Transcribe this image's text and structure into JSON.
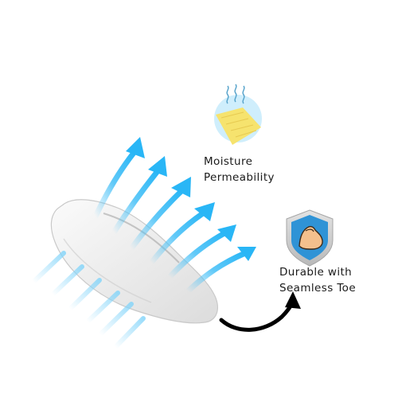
{
  "features": {
    "moisture": {
      "line1": "Moisture",
      "line2": "Permeability",
      "icon": "moisture-fabric-icon",
      "color": "#f6e36e"
    },
    "durable": {
      "line1": "Durable with",
      "line2": "Seamless Toe",
      "icon": "shield-muscle-icon",
      "color": "#3aa0e0"
    }
  },
  "product": {
    "icon": "no-show-sock-image",
    "airflow_color": "#4fc3f7"
  }
}
